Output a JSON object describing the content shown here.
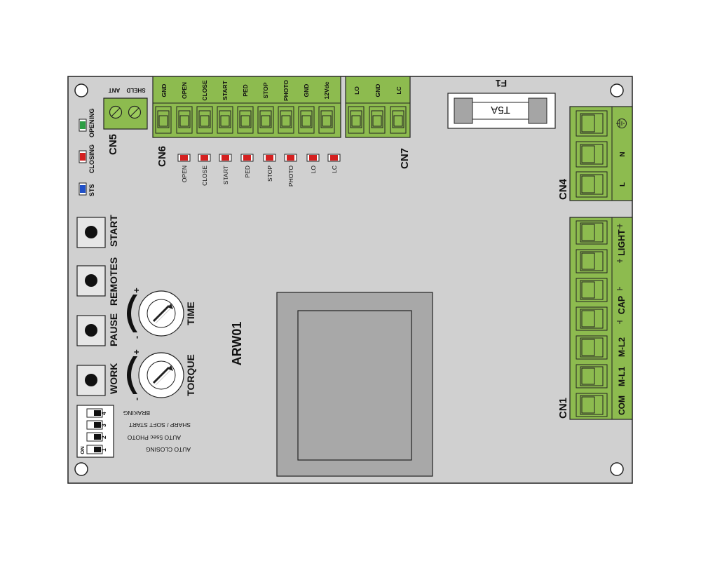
{
  "board": {
    "model": "ARW01"
  },
  "connectors": {
    "cn5": {
      "name": "CN5",
      "terminals": [
        "SHELD",
        "ANT"
      ]
    },
    "cn6": {
      "name": "CN6",
      "terminals": [
        "GND",
        "OPEN",
        "CLOSE",
        "START",
        "PED",
        "STOP",
        "PHOTO",
        "GND",
        "12Vdc"
      ]
    },
    "cn7": {
      "name": "CN7",
      "terminals": [
        "LO",
        "GND",
        "LC"
      ]
    },
    "cn4": {
      "name": "CN4",
      "terminals": [
        "N",
        "L"
      ]
    },
    "cn1": {
      "name": "CN1",
      "terminals": [
        "COM",
        "M-L1",
        "M-L2",
        "CAP",
        "LIGHT"
      ]
    }
  },
  "fuse": {
    "name": "F1",
    "rating": "T5A"
  },
  "status_leds": [
    {
      "label": "OPENING",
      "color": "#2e9e46"
    },
    {
      "label": "CLOSING",
      "color": "#d42020"
    },
    {
      "label": "STS",
      "color": "#2050c8"
    }
  ],
  "input_leds": {
    "labels": [
      "OPEN",
      "CLOSE",
      "START",
      "PED",
      "STOP",
      "PHOTO",
      "LO",
      "LC"
    ],
    "color": "#d42020"
  },
  "buttons": [
    "START",
    "REMOTES",
    "PAUSE",
    "WORK"
  ],
  "trimmers": [
    {
      "label": "TIME",
      "plus": "+",
      "minus": "-"
    },
    {
      "label": "TORQUE",
      "plus": "+",
      "minus": "-"
    }
  ],
  "dip_switch": {
    "on_label": "ON",
    "items": [
      {
        "num": "1",
        "label": "AUTO CLOSING"
      },
      {
        "num": "2",
        "label": "AUTO 5sec PHOTO"
      },
      {
        "num": "3",
        "label": "SHARP / SOFT START"
      },
      {
        "num": "4",
        "label": "BRAKING"
      }
    ]
  },
  "colors": {
    "board": "#d0d0d0",
    "terminal": "#8dbb4f",
    "transformer": "#a8a8a8"
  }
}
